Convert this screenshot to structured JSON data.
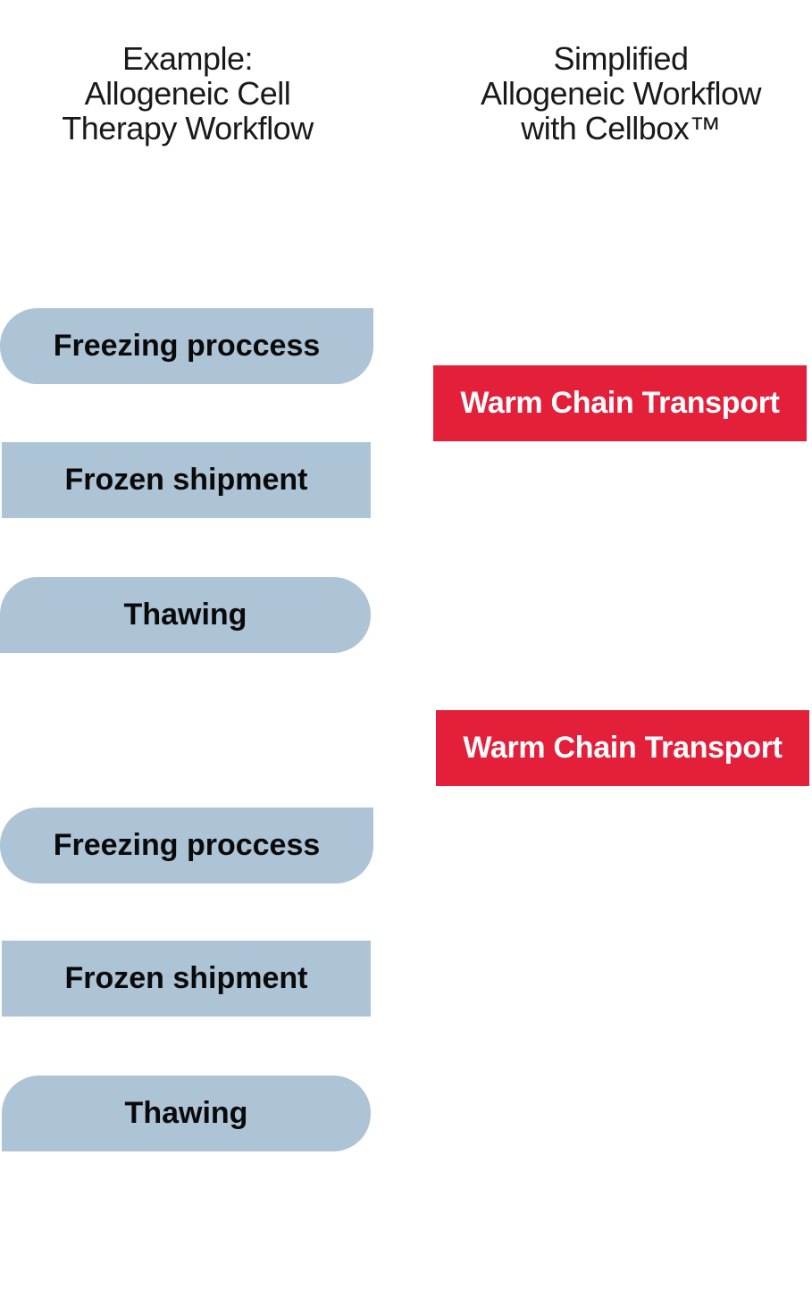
{
  "titles": {
    "left": [
      "Example:",
      "Allogeneic Cell",
      "Therapy Workflow"
    ],
    "right": [
      "Simplified",
      "Allogeneic Workflow",
      "with Cellbox™"
    ]
  },
  "left_steps": [
    {
      "label": "Freezing proccess"
    },
    {
      "label": "Frozen shipment"
    },
    {
      "label": "Thawing"
    },
    {
      "label": "Freezing proccess"
    },
    {
      "label": "Frozen shipment"
    },
    {
      "label": "Thawing"
    }
  ],
  "right_steps": [
    {
      "label": "Warm Chain Transport"
    },
    {
      "label": "Warm Chain Transport"
    }
  ],
  "colors": {
    "step_fill": "#adc3d6",
    "warm_fill": "#e41f3a",
    "warm_text": "#ffffff"
  }
}
